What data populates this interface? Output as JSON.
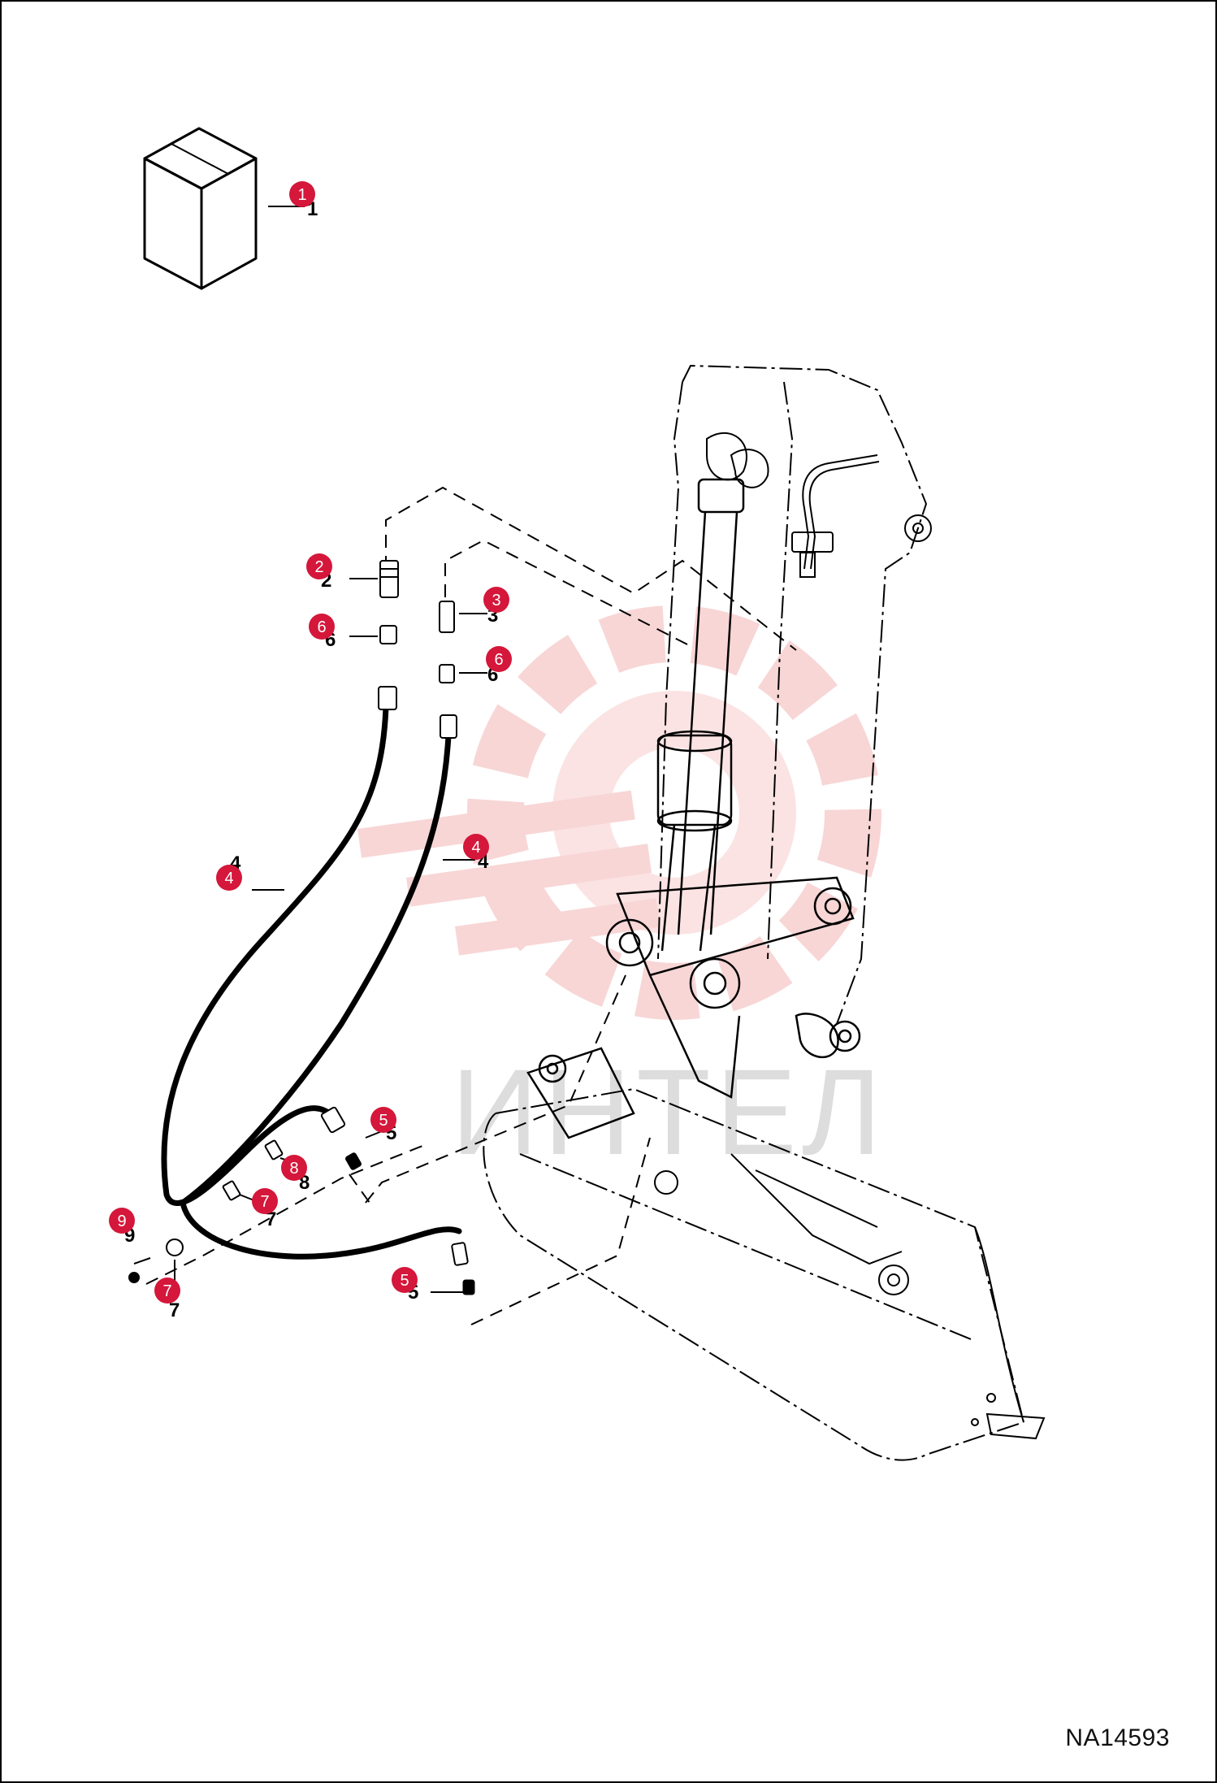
{
  "drawing_code": "NA14593",
  "watermark": {
    "text": "ИНТЕЛ"
  },
  "callouts": [
    {
      "id": "c1",
      "label": "1"
    },
    {
      "id": "c2",
      "label": "2"
    },
    {
      "id": "c3",
      "label": "3"
    },
    {
      "id": "c4a",
      "label": "4"
    },
    {
      "id": "c4b",
      "label": "4"
    },
    {
      "id": "c5a",
      "label": "5"
    },
    {
      "id": "c5b",
      "label": "5"
    },
    {
      "id": "c6a",
      "label": "6"
    },
    {
      "id": "c6b",
      "label": "6"
    },
    {
      "id": "c7a",
      "label": "7"
    },
    {
      "id": "c7b",
      "label": "7"
    },
    {
      "id": "c8",
      "label": "8"
    },
    {
      "id": "c9",
      "label": "9"
    }
  ],
  "colors": {
    "callout": "#d4173a",
    "line": "#111111",
    "watermark": "#f2b4b4"
  }
}
